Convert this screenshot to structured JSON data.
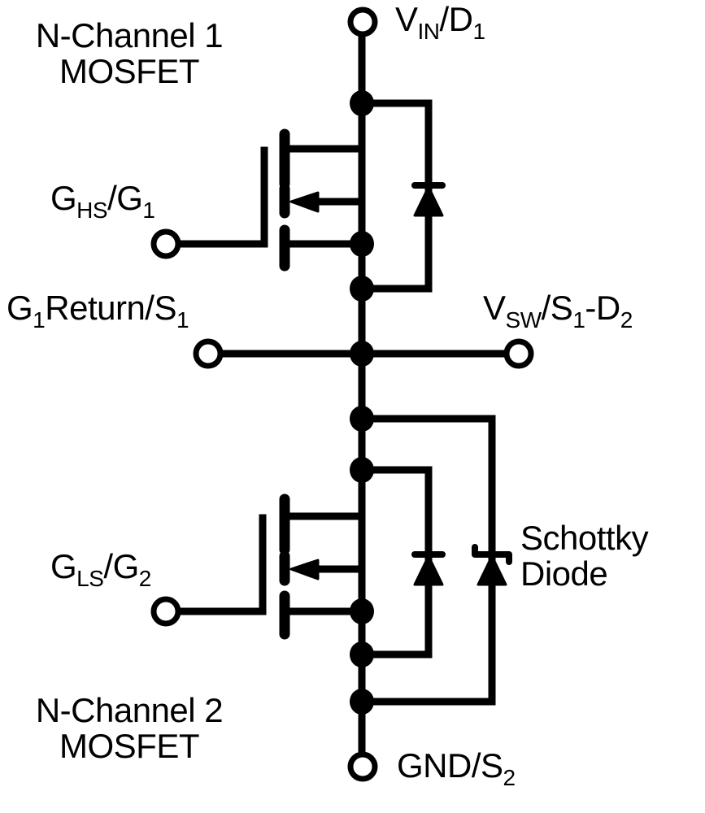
{
  "title": "Dual N-Channel MOSFET half-bridge with Schottky diode",
  "labels": {
    "mosfet1_line1": "N-Channel 1",
    "mosfet1_line2": "MOSFET",
    "mosfet2_line1": "N-Channel 2",
    "mosfet2_line2": "MOSFET",
    "vin": {
      "main": "V",
      "sub": "IN",
      "rest": "/D",
      "sub2": "1"
    },
    "ghs": {
      "main": "G",
      "sub": "HS",
      "rest": "/G",
      "sub2": "1"
    },
    "g1return": {
      "main": "G",
      "sub": "1",
      "rest": "Return/S",
      "sub2": "1"
    },
    "vsw": {
      "main": "V",
      "sub": "SW",
      "rest": "/S",
      "sub2": "1",
      "rest2": "-D",
      "sub3": "2"
    },
    "gls": {
      "main": "G",
      "sub": "LS",
      "rest": "/G",
      "sub2": "2"
    },
    "gnd": {
      "main": "GND/S",
      "sub": "2"
    },
    "schottky_line1": "Schottky",
    "schottky_line2": "Diode"
  },
  "components": [
    {
      "type": "n-channel-mosfet",
      "name": "N-Channel 1 MOSFET",
      "gate": "GHS/G1",
      "drain": "VIN/D1",
      "source": "G1Return/S1"
    },
    {
      "type": "body-diode",
      "across": "N-Channel 1 MOSFET"
    },
    {
      "type": "n-channel-mosfet",
      "name": "N-Channel 2 MOSFET",
      "gate": "GLS/G2",
      "drain": "VSW/S1-D2",
      "source": "GND/S2"
    },
    {
      "type": "body-diode",
      "across": "N-Channel 2 MOSFET"
    },
    {
      "type": "schottky-diode",
      "name": "Schottky Diode",
      "anode": "GND/S2",
      "cathode": "VSW/S1-D2"
    }
  ],
  "colors": {
    "ink": "#000000",
    "background": "#ffffff"
  }
}
